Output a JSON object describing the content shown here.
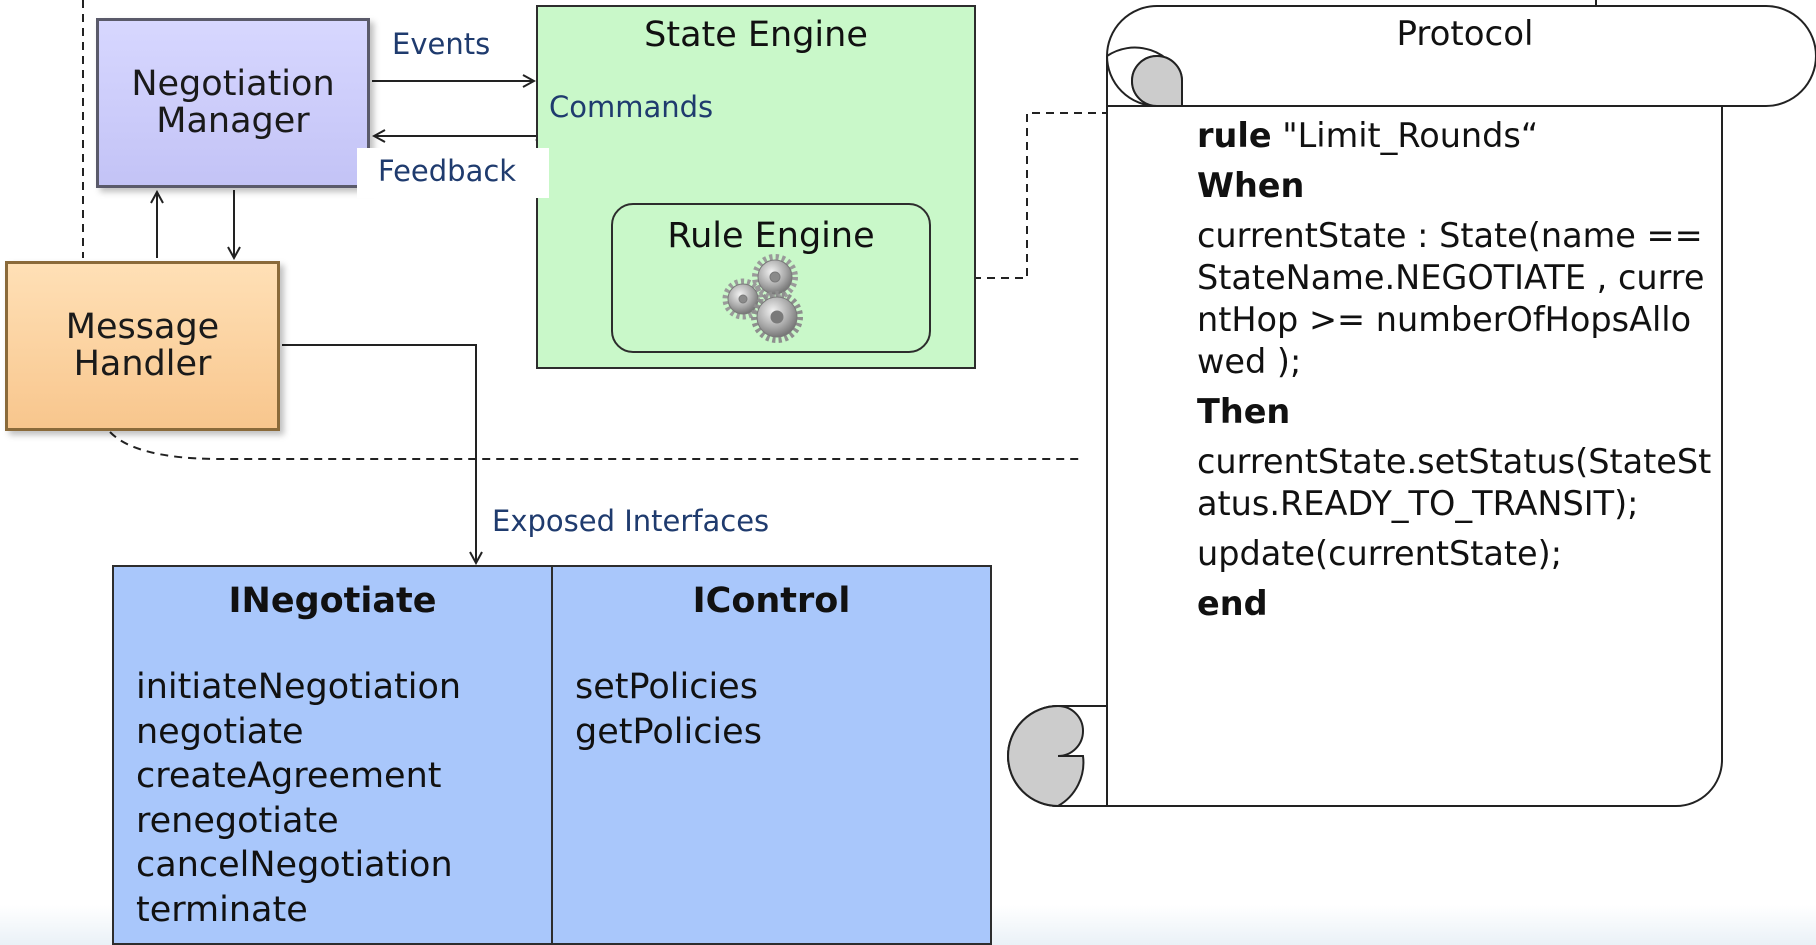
{
  "negotiation_manager": {
    "label_line1": "Negotiation",
    "label_line2": "Manager"
  },
  "message_handler": {
    "label_line1": "Message",
    "label_line2": "Handler"
  },
  "state_engine": {
    "title": "State Engine"
  },
  "rule_engine": {
    "title": "Rule Engine",
    "icon": "gears-icon"
  },
  "connector_labels": {
    "events": "Events",
    "commands": "Commands",
    "feedback": "Feedback",
    "exposed_interfaces": "Exposed Interfaces"
  },
  "interfaces": [
    {
      "title": "INegotiate",
      "methods": [
        "initiateNegotiation",
        "negotiate",
        "createAgreement",
        "renegotiate",
        "cancelNegotiation",
        "terminate"
      ]
    },
    {
      "title": "IControl",
      "methods": [
        "setPolicies",
        "getPolicies"
      ]
    }
  ],
  "protocol": {
    "title": "Protocol",
    "rule_keyword": "rule",
    "rule_name": " \"Limit_Rounds“",
    "when_keyword": "When",
    "when_body": "currentState : State(name ==StateName.NEGOTIATE , currentHop >= numberOfHopsAllowed );",
    "then_keyword": "Then",
    "then_body_1": "currentState.setStatus(StateStatus.READY_TO_TRANSIT);",
    "then_body_2": "update(currentState);",
    "end_keyword": "end"
  },
  "colors": {
    "negotiation_manager_fill": "#c9c9fa",
    "message_handler_fill": "#fbd29f",
    "state_engine_fill": "#c9f8c9",
    "interfaces_fill": "#a9c7fb",
    "label_text": "#1f3b6e"
  }
}
